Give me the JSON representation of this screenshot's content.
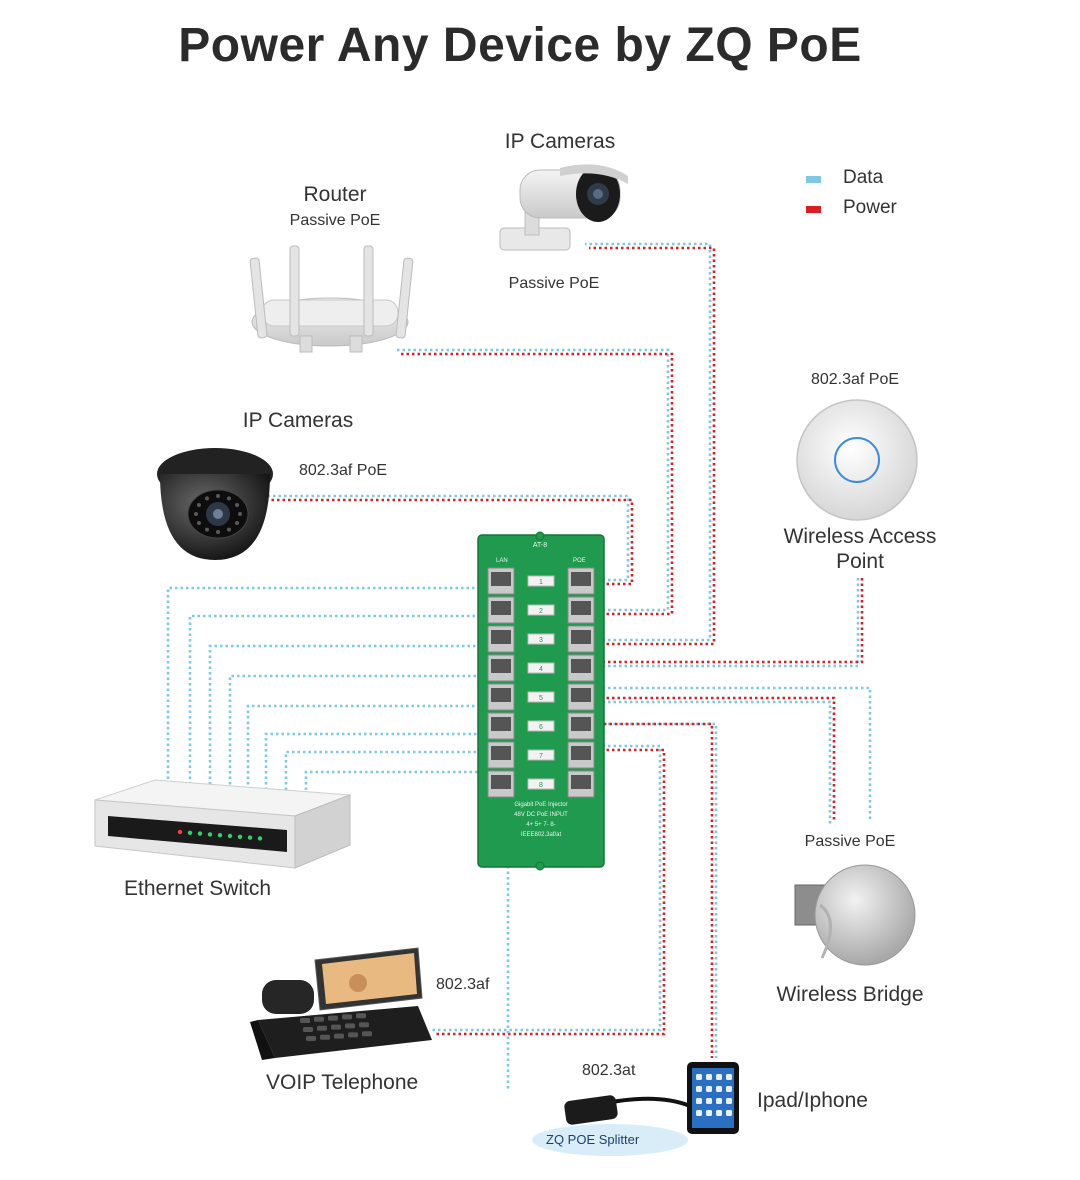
{
  "title": "Power Any Device by ZQ PoE",
  "legend": {
    "data_label": "Data",
    "power_label": "Power",
    "data_color": "#7ec8e6",
    "power_color": "#d81f26"
  },
  "devices": {
    "router": {
      "name": "Router",
      "poe": "Passive PoE"
    },
    "bullet_camera": {
      "name": "IP Cameras",
      "poe": "Passive PoE"
    },
    "dome_camera": {
      "name": "IP Cameras",
      "poe": "802.3af PoE"
    },
    "access_point": {
      "name_line1": "Wireless Access",
      "name_line2": "Point",
      "poe": "802.3af PoE"
    },
    "ethernet_switch": {
      "name": "Ethernet Switch"
    },
    "wireless_bridge": {
      "name": "Wireless Bridge",
      "poe": "Passive PoE"
    },
    "voip_phone": {
      "name": "VOIP Telephone",
      "poe": "802.3af"
    },
    "splitter": {
      "name": "ZQ POE Splitter",
      "poe": "802.3at"
    },
    "tablet": {
      "name": "Ipad/Iphone"
    }
  },
  "injector": {
    "model": "AT-8",
    "lan_label": "LAN",
    "poe_label": "POE",
    "port_numbers": [
      "1",
      "2",
      "3",
      "4",
      "5",
      "6",
      "7",
      "8"
    ],
    "caption_line1": "Gigabit PoE Injector",
    "caption_line2": "48V DC PoE INPUT",
    "caption_line3": "4+ 5+ 7- 8-",
    "caption_line4": "IEEE802.3af/at",
    "board_color": "#1f9a4e"
  }
}
